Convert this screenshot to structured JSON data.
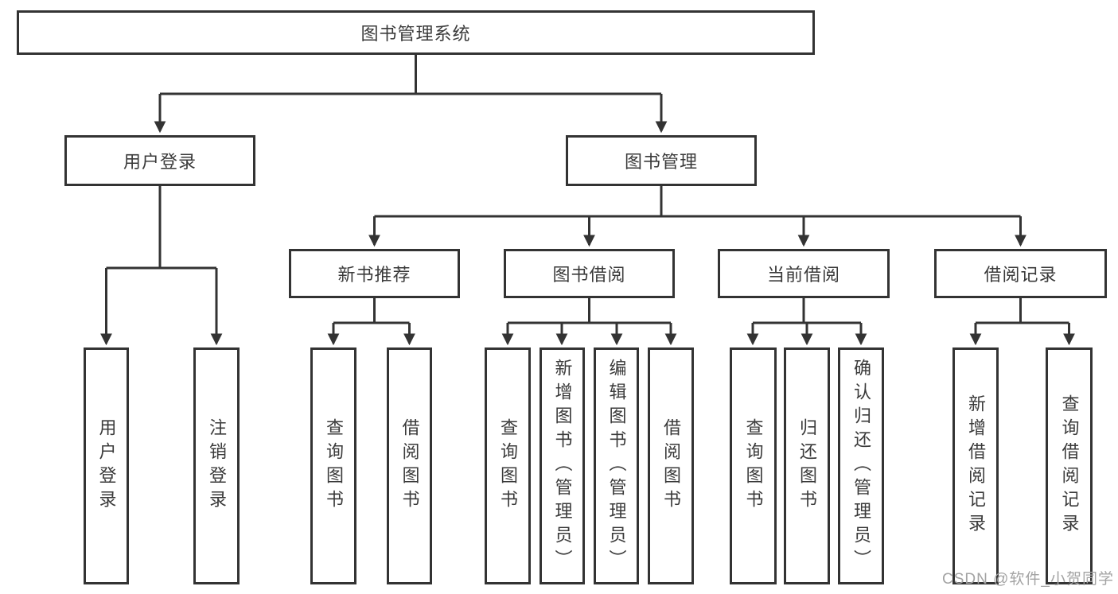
{
  "diagram": {
    "root_label": "图书管理系统",
    "user_login": {
      "label": "用户登录",
      "children": [
        {
          "label": "用户登录"
        },
        {
          "label": "注销登录"
        }
      ]
    },
    "book_management": {
      "label": "图书管理",
      "groups": [
        {
          "label": "新书推荐",
          "children": [
            {
              "label": "查询图书"
            },
            {
              "label": "借阅图书"
            }
          ]
        },
        {
          "label": "图书借阅",
          "children": [
            {
              "label": "查询图书"
            },
            {
              "label": "新增图书（管理员）"
            },
            {
              "label": "编辑图书（管理员）"
            },
            {
              "label": "借阅图书"
            }
          ]
        },
        {
          "label": "当前借阅",
          "children": [
            {
              "label": "查询图书"
            },
            {
              "label": "归还图书"
            },
            {
              "label": "确认归还（管理员）"
            }
          ]
        },
        {
          "label": "借阅记录",
          "children": [
            {
              "label": "新增借阅记录"
            },
            {
              "label": "查询借阅记录"
            }
          ]
        }
      ]
    },
    "watermark": "CSDN @软件_小贺同学",
    "colors": {
      "line": "#333333",
      "text": "#3a3a3a",
      "box_background": "#ffffff",
      "watermark": "#a3a3a3"
    }
  }
}
